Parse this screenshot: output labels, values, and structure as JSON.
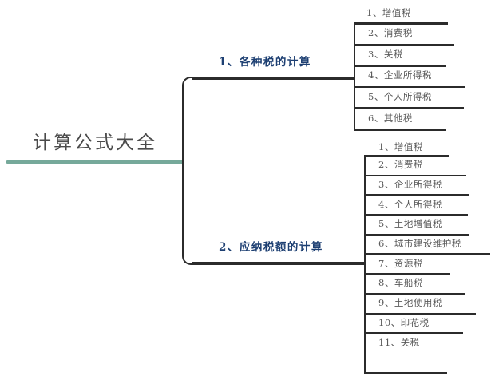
{
  "diagram": {
    "type": "mindmap",
    "title": "计算公式大全",
    "root": {
      "label": "计算公式大全",
      "underline_color": "#76a99a"
    },
    "branch_label_color": "#1d3f72",
    "line_color": "#2b2b2b",
    "leaf_text_color": "#5a5a5a",
    "branches": [
      {
        "label": "1、各种税的计算",
        "leaves": [
          "1、增值税",
          "2、消费税",
          "3、关税",
          "4、企业所得税",
          "5、个人所得税",
          "6、其他税"
        ]
      },
      {
        "label": "2、应纳税额的计算",
        "leaves": [
          "1、增值税",
          "2、消费税",
          "3、企业所得税",
          "4、个人所得税",
          "5、土地增值税",
          "6、城市建设维护税",
          "7、资源税",
          "8、车船税",
          "9、土地使用税",
          "10、印花税",
          "11、关税"
        ]
      }
    ]
  }
}
